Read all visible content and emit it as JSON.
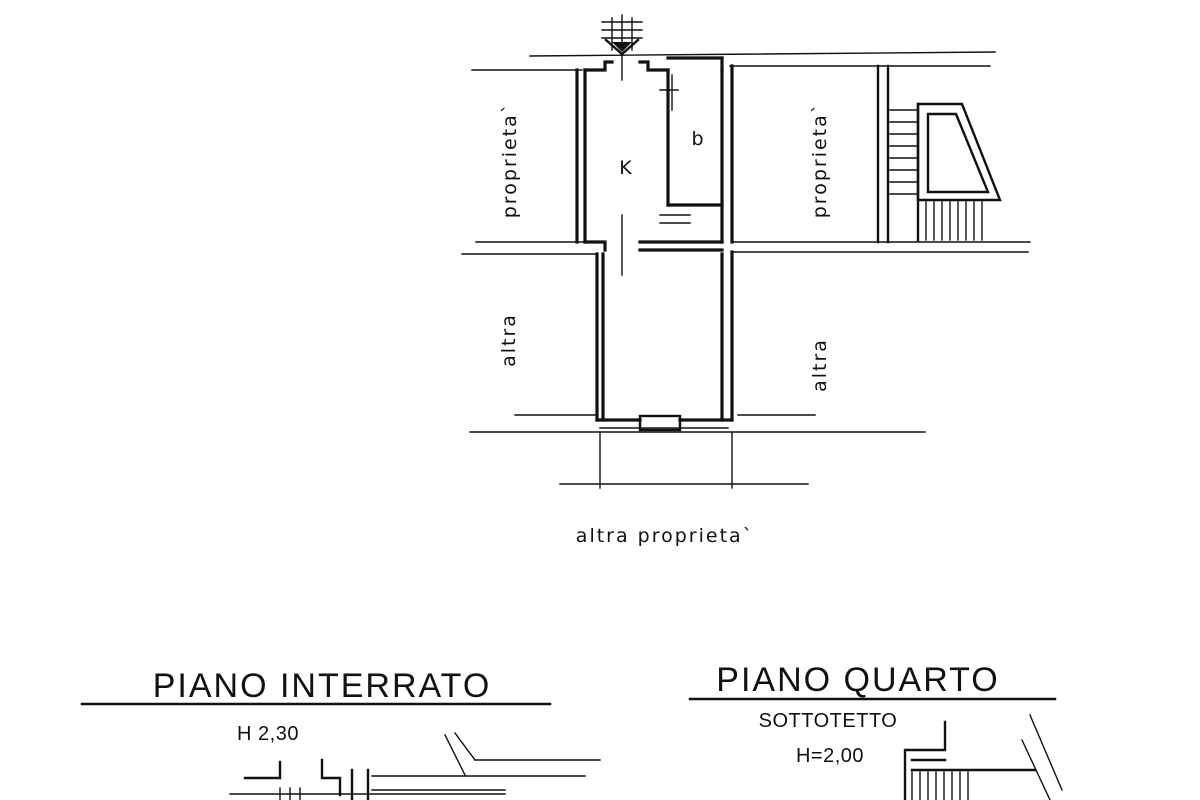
{
  "labels": {
    "top_left_property": "proprieta`",
    "top_right_property": "proprieta`",
    "room_k": "K",
    "room_b": "b",
    "lower_left": "altra",
    "lower_right": "altra",
    "bottom_property": "altra proprieta`"
  },
  "sections": {
    "basement": {
      "title": "PIANO INTERRATO",
      "height": "H 2,30"
    },
    "fourth_floor": {
      "title": "PIANO QUARTO",
      "subtitle": "SOTTOTETTO",
      "height": "H=2,00"
    }
  }
}
